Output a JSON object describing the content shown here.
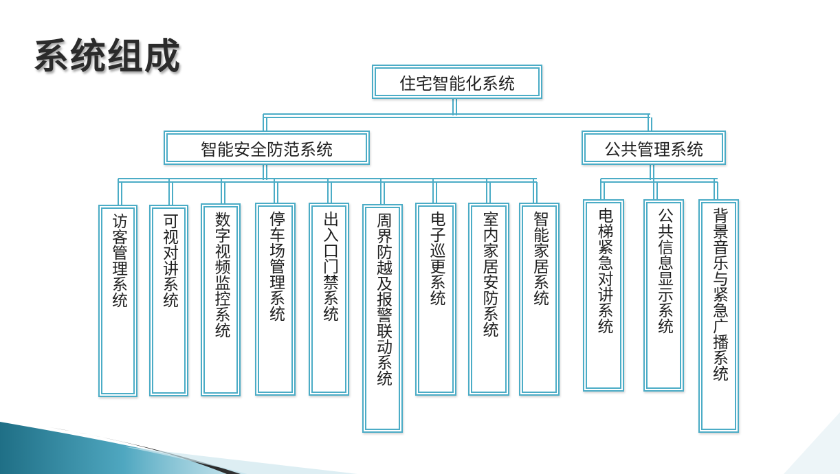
{
  "title": "系统组成",
  "diagram": {
    "root": "住宅智能化系统",
    "branches": [
      {
        "label": "智能安全防范系统",
        "children": [
          "访客管理系统",
          "可视对讲系统",
          "数字视频监控系统",
          "停车场管理系统",
          "出入口门禁系统",
          "周界防越及报警联动系统",
          "电子巡更系统",
          "室内家居安防系统",
          "智能家居系统"
        ]
      },
      {
        "label": "公共管理系统",
        "children": [
          "电梯紧急对讲系统",
          "公共信息显示系统",
          "背景音乐与紧急广播系统"
        ]
      }
    ]
  },
  "colors": {
    "box_border": "#4bacc6",
    "connector": "#4bacc6",
    "title_text": "#2b2b2b",
    "decor_teal": "#31859c"
  }
}
